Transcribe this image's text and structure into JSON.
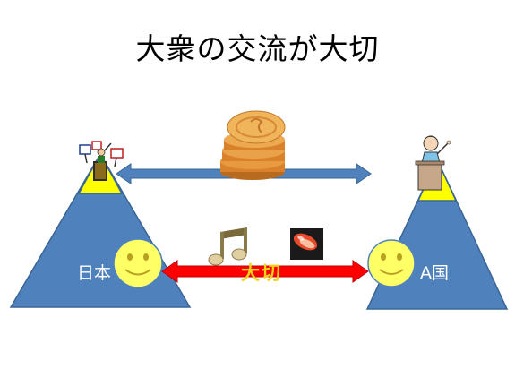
{
  "slide": {
    "title": "大衆の交流が大切",
    "left_label": "日本",
    "right_label": "A国",
    "center_label": "大切"
  },
  "colors": {
    "pyramid": "#4f81bd",
    "pyramid_top": "#ffff00",
    "face": "#ffff66",
    "top_arrow": "#4f81bd",
    "bottom_arrow": "#ff0000",
    "coin": "#e69a3c",
    "label_center": "#f4d01a"
  },
  "icons": {
    "left_top": "protest-crowd-icon",
    "right_top": "speaker-podium-icon",
    "money": "coin-stack-icon",
    "music": "music-note-icon",
    "food": "sushi-icon"
  }
}
